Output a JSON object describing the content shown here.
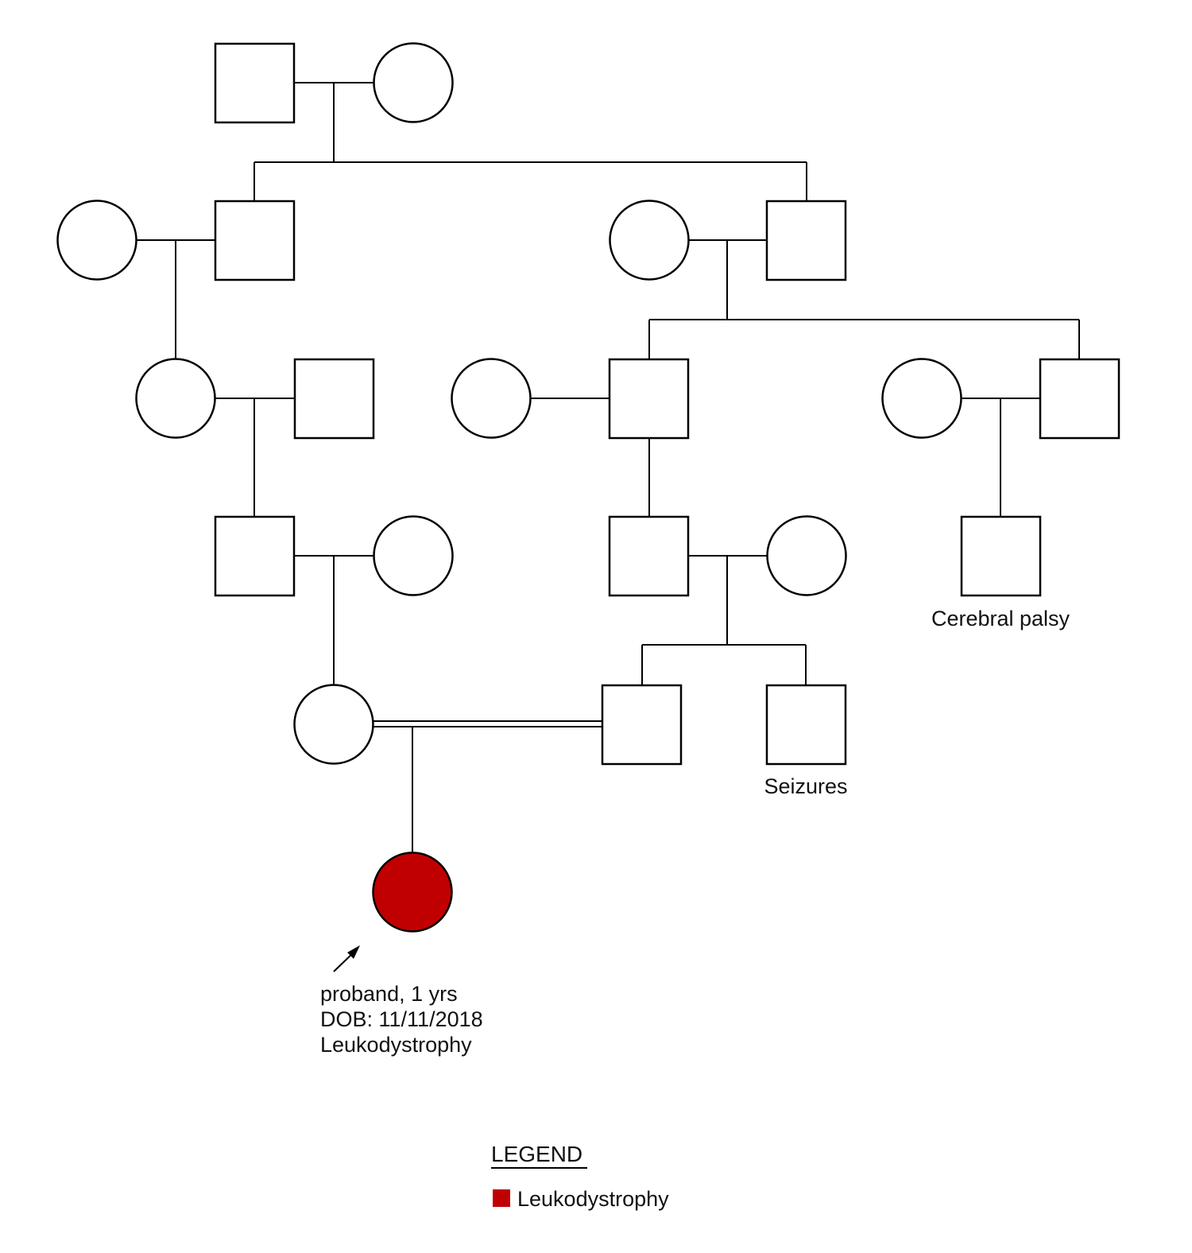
{
  "colors": {
    "affected": "#c00000",
    "line": "#000000",
    "background": "#ffffff"
  },
  "individuals": [
    {
      "id": "g1_m",
      "sex": "male",
      "generation": 1
    },
    {
      "id": "g1_f",
      "sex": "female",
      "generation": 1
    },
    {
      "id": "g2_wife1",
      "sex": "female",
      "generation": 2
    },
    {
      "id": "g2_son1",
      "sex": "male",
      "generation": 2
    },
    {
      "id": "g2_wife2",
      "sex": "female",
      "generation": 2
    },
    {
      "id": "g2_son2",
      "sex": "male",
      "generation": 2
    },
    {
      "id": "g3_dau",
      "sex": "female",
      "generation": 3
    },
    {
      "id": "g3_husb",
      "sex": "male",
      "generation": 3
    },
    {
      "id": "g3_wife_a",
      "sex": "female",
      "generation": 3
    },
    {
      "id": "g3_son_a",
      "sex": "male",
      "generation": 3
    },
    {
      "id": "g3_wife_b",
      "sex": "female",
      "generation": 3
    },
    {
      "id": "g3_son_b",
      "sex": "male",
      "generation": 3
    },
    {
      "id": "g4_m1",
      "sex": "male",
      "generation": 4
    },
    {
      "id": "g4_f1",
      "sex": "female",
      "generation": 4
    },
    {
      "id": "g4_m2",
      "sex": "male",
      "generation": 4
    },
    {
      "id": "g4_f2",
      "sex": "female",
      "generation": 4
    },
    {
      "id": "g4_m3",
      "sex": "male",
      "generation": 4,
      "note": "Cerebral palsy"
    },
    {
      "id": "g5_mother",
      "sex": "female",
      "generation": 5
    },
    {
      "id": "g5_father",
      "sex": "male",
      "generation": 5
    },
    {
      "id": "g5_uncle",
      "sex": "male",
      "generation": 5,
      "note": "Seizures"
    },
    {
      "id": "proband",
      "sex": "female",
      "generation": 6,
      "affected": true,
      "proband": true
    }
  ],
  "annotations": {
    "cerebral_palsy": "Cerebral palsy",
    "seizures": "Seizures",
    "proband_line1": "proband, 1 yrs",
    "proband_line2": "DOB: 11/11/2018",
    "proband_line3": "Leukodystrophy"
  },
  "legend": {
    "title": "LEGEND",
    "items": [
      {
        "label": "Leukodystrophy",
        "color": "#c00000"
      }
    ]
  }
}
